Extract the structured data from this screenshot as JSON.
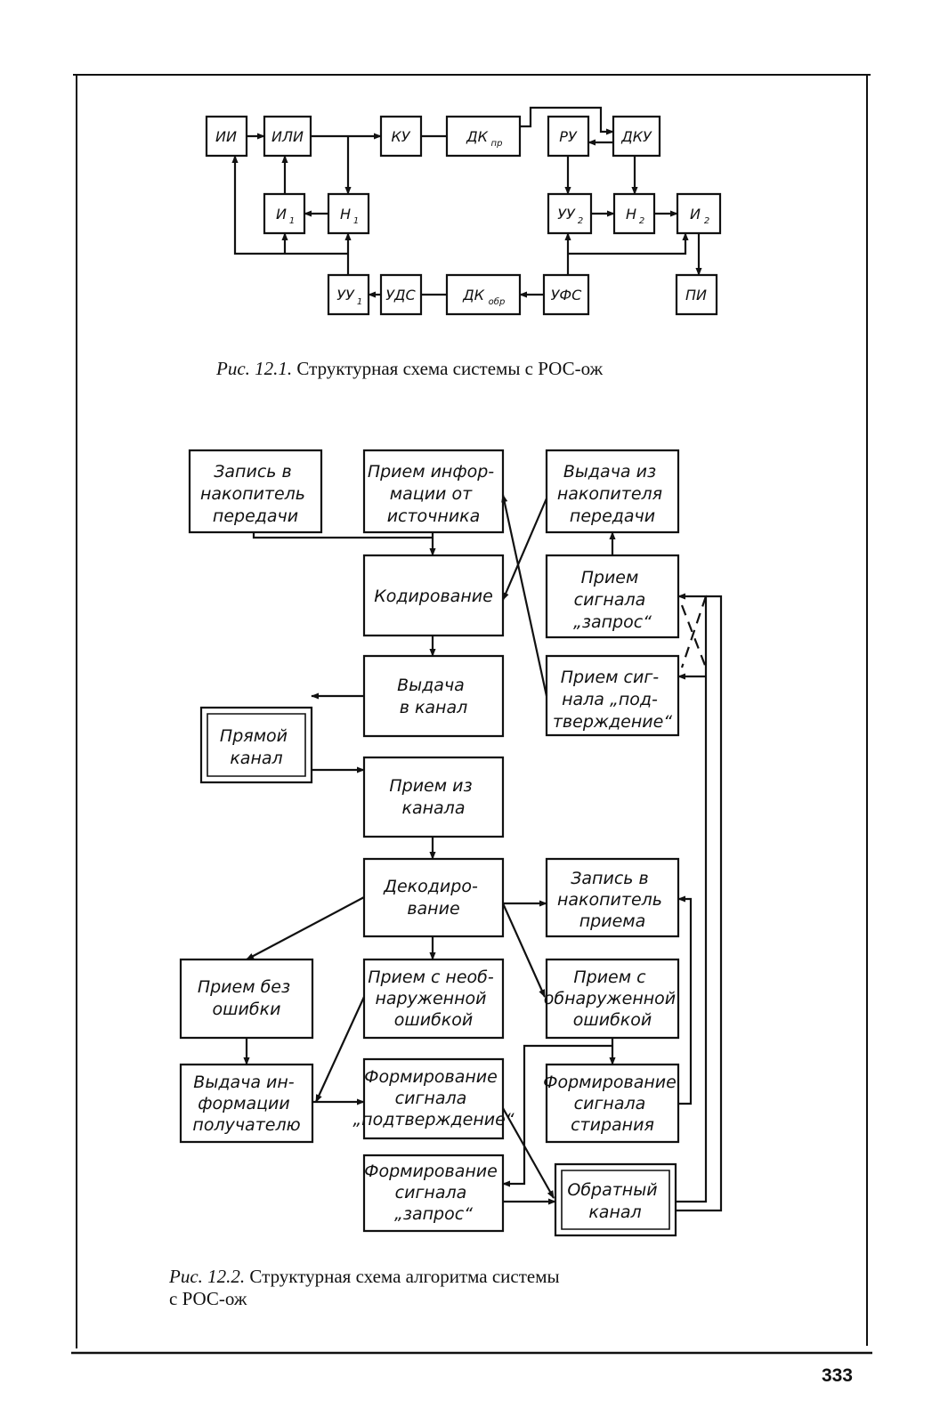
{
  "fig1": {
    "caption_num": "Рис. 12.1.",
    "caption_text": " Структурная схема системы с РОС-ож",
    "blocks": {
      "ii": "ИИ",
      "ili": "ИЛИ",
      "ku": "КУ",
      "dkpr_main": "ДК",
      "dkpr_sub": "пр",
      "ru": "РУ",
      "dku": "ДКУ",
      "i1_main": "И",
      "i1_sub": "1",
      "n1_main": "Н",
      "n1_sub": "1",
      "uu2_main": "УУ",
      "uu2_sub": "2",
      "n2_main": "Н",
      "n2_sub": "2",
      "i2_main": "И",
      "i2_sub": "2",
      "uu1_main": "УУ",
      "uu1_sub": "1",
      "uds": "УДС",
      "dkobr_main": "ДК",
      "dkobr_sub": "обр",
      "ufs": "УФС",
      "pi": "ПИ"
    }
  },
  "fig2": {
    "caption_num": "Рис. 12.2.",
    "caption_line1": " Структурная схема алгоритма системы",
    "caption_line2": "с РОС-ож",
    "blocks": {
      "zapis_nakop_pered": [
        "Запись в",
        "накопитель",
        "передачи"
      ],
      "priem_info": [
        "Прием инфор-",
        "мации от",
        "источника"
      ],
      "vydacha_nakop": [
        "Выдача из",
        "накопителя",
        "передачи"
      ],
      "kodirovanie": [
        "Кодирование"
      ],
      "priem_zapros": [
        "Прием",
        "сигнала",
        "„запрос“"
      ],
      "vydacha_kanal": [
        "Выдача",
        "в канал"
      ],
      "priem_podtv": [
        "Прием сиг-",
        "нала „под-",
        "тверждение“"
      ],
      "pryamoi_kanal": [
        "Прямой",
        "канал"
      ],
      "priem_iz_kanala": [
        "Прием из",
        "канала"
      ],
      "dekodirovanie": [
        "Декодиро-",
        "вание"
      ],
      "zapis_nakop_priema": [
        "Запись в",
        "накопитель",
        "приема"
      ],
      "priem_bez_oshibki": [
        "Прием без",
        "ошибки"
      ],
      "priem_neobnar": [
        "Прием с необ-",
        "наруженной",
        "ошибкой"
      ],
      "priem_obnar": [
        "Прием с",
        "обнаруженной",
        "ошибкой"
      ],
      "vydacha_info": [
        "Выдача ин-",
        "формации",
        "получателю"
      ],
      "form_podtv": [
        "Формирование",
        "сигнала",
        "„подтверждение“"
      ],
      "form_stiranie": [
        "Формирование",
        "сигнала",
        "стирания"
      ],
      "form_zapros": [
        "Формирование",
        "сигнала",
        "„запрос“"
      ],
      "obratnyi_kanal": [
        "Обратный",
        "канал"
      ]
    }
  },
  "page_number": "333"
}
